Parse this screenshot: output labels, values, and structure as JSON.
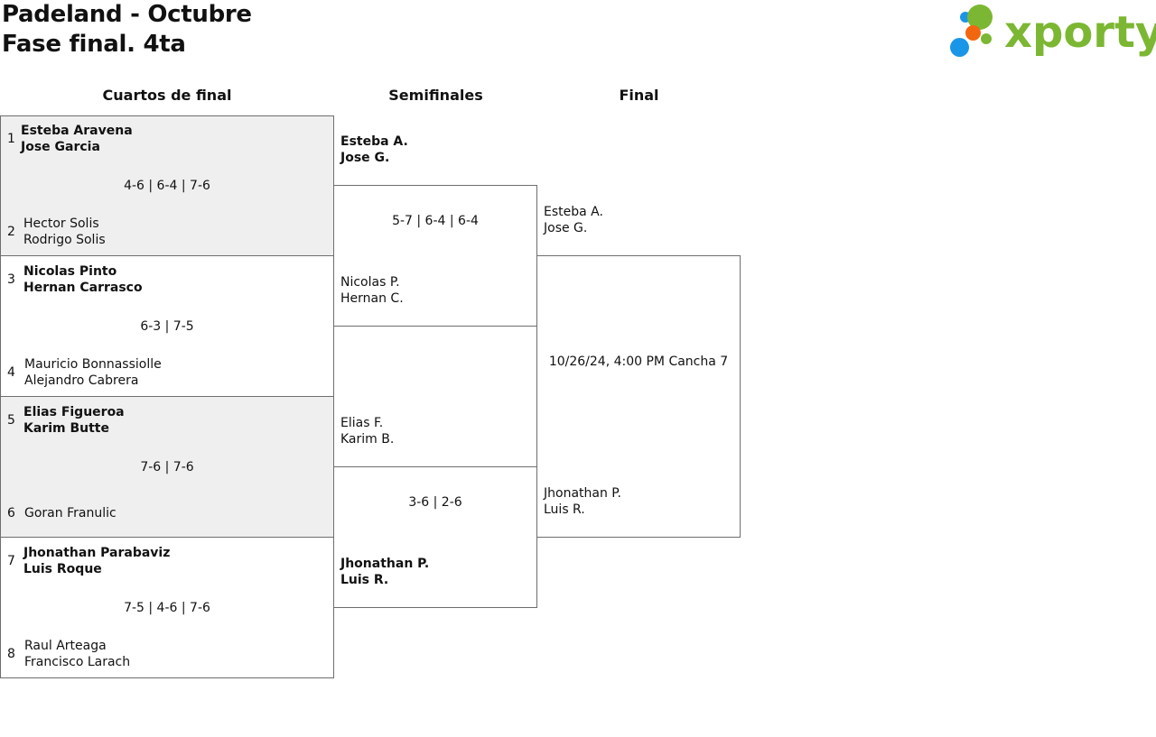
{
  "header": {
    "title_line1": "Padeland - Octubre",
    "title_line2": "Fase final. 4ta"
  },
  "logo": {
    "text": "xporty",
    "colors": {
      "green": "#7cb733",
      "blue": "#1a96e8",
      "orange": "#f2660f"
    }
  },
  "rounds": {
    "quarterfinals": "Cuartos de final",
    "semifinals": "Semifinales",
    "final": "Final"
  },
  "quarterfinals": [
    {
      "top": {
        "seed": "1",
        "p1": "Esteba Aravena",
        "p2": "Jose Garcia",
        "winner": true
      },
      "bottom": {
        "seed": "2",
        "p1": "Hector Solis",
        "p2": "Rodrigo Solis",
        "winner": false
      },
      "score": "4-6 | 6-4 | 7-6"
    },
    {
      "top": {
        "seed": "3",
        "p1": "Nicolas Pinto",
        "p2": "Hernan Carrasco",
        "winner": true
      },
      "bottom": {
        "seed": "4",
        "p1": "Mauricio Bonnassiolle",
        "p2": "Alejandro Cabrera",
        "winner": false
      },
      "score": "6-3 | 7-5"
    },
    {
      "top": {
        "seed": "5",
        "p1": "Elias Figueroa",
        "p2": "Karim Butte",
        "winner": true
      },
      "bottom": {
        "seed": "6",
        "p1": "Goran Franulic",
        "p2": "",
        "winner": false
      },
      "score": "7-6 | 7-6"
    },
    {
      "top": {
        "seed": "7",
        "p1": "Jhonathan Parabaviz",
        "p2": "Luis Roque",
        "winner": true
      },
      "bottom": {
        "seed": "8",
        "p1": "Raul Arteaga",
        "p2": "Francisco Larach",
        "winner": false
      },
      "score": "7-5 | 4-6 | 7-6"
    }
  ],
  "semifinals": [
    {
      "top": {
        "p1": "Esteba A.",
        "p2": "Jose G.",
        "winner": true
      },
      "bottom": {
        "p1": "Nicolas P.",
        "p2": "Hernan C.",
        "winner": false
      },
      "score": "5-7 | 6-4 | 6-4"
    },
    {
      "top": {
        "p1": "Elias F.",
        "p2": "Karim B.",
        "winner": false
      },
      "bottom": {
        "p1": "Jhonathan P.",
        "p2": "Luis R.",
        "winner": true
      },
      "score": "3-6 | 2-6"
    }
  ],
  "final": {
    "top": {
      "p1": "Esteba A.",
      "p2": "Jose G."
    },
    "bottom": {
      "p1": "Jhonathan P.",
      "p2": "Luis R."
    },
    "schedule": "10/26/24, 4:00 PM Cancha 7"
  }
}
